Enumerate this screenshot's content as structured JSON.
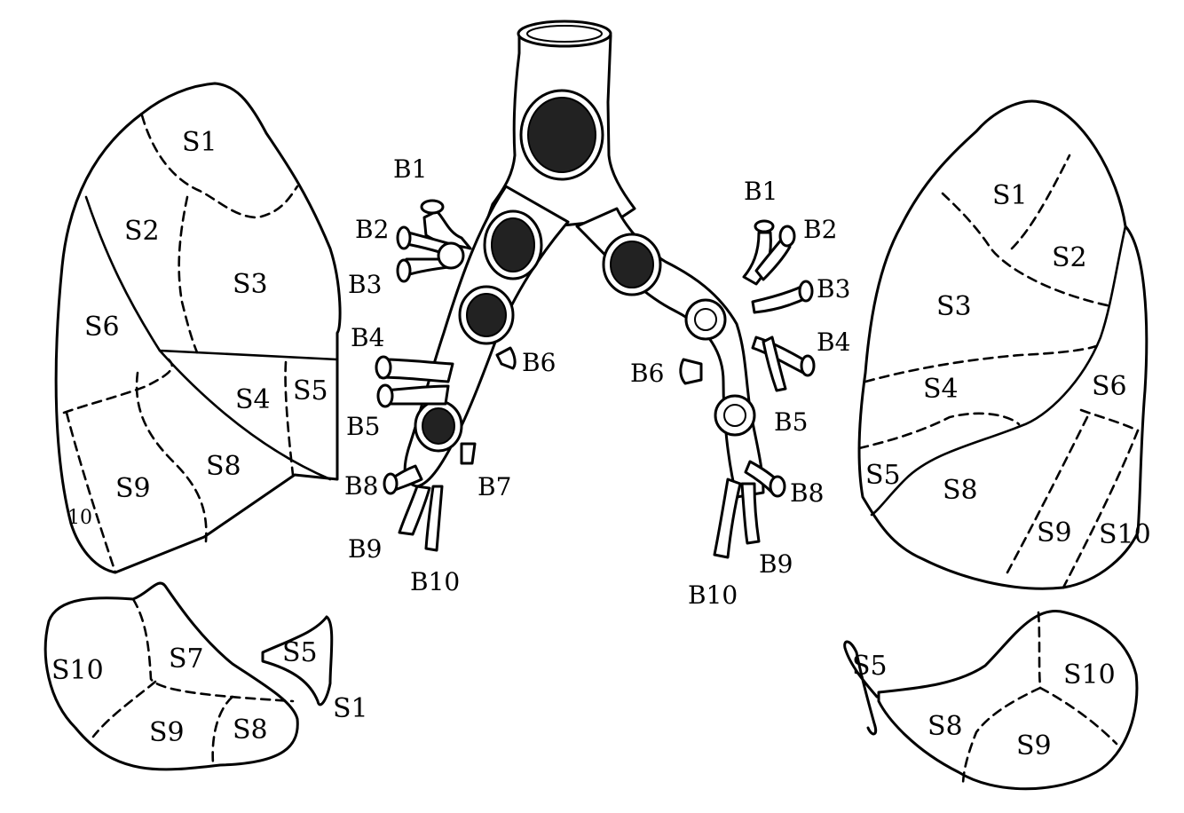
{
  "right_lung": {
    "segments": [
      "S1",
      "S2",
      "S3",
      "S4",
      "S5",
      "S6",
      "S8",
      "S9",
      "10"
    ],
    "medial_view": [
      "S10",
      "S7",
      "S9",
      "S8"
    ],
    "accessory_labels": [
      "S5",
      "S1"
    ]
  },
  "left_lung": {
    "segments": [
      "S1",
      "S2",
      "S3",
      "S4",
      "S5",
      "S6",
      "S8",
      "S9",
      "S10"
    ],
    "medial_view": [
      "S5",
      "S10",
      "S8",
      "S9"
    ]
  },
  "bronchi_right": [
    "B1",
    "B2",
    "B3",
    "B4",
    "B5",
    "B6",
    "B7",
    "B8",
    "B9",
    "B10"
  ],
  "bronchi_left": [
    "B1",
    "B2",
    "B3",
    "B4",
    "B5",
    "B6",
    "B8",
    "B9",
    "B10"
  ],
  "colors": {
    "ink": "#000000",
    "paper": "#ffffff"
  }
}
